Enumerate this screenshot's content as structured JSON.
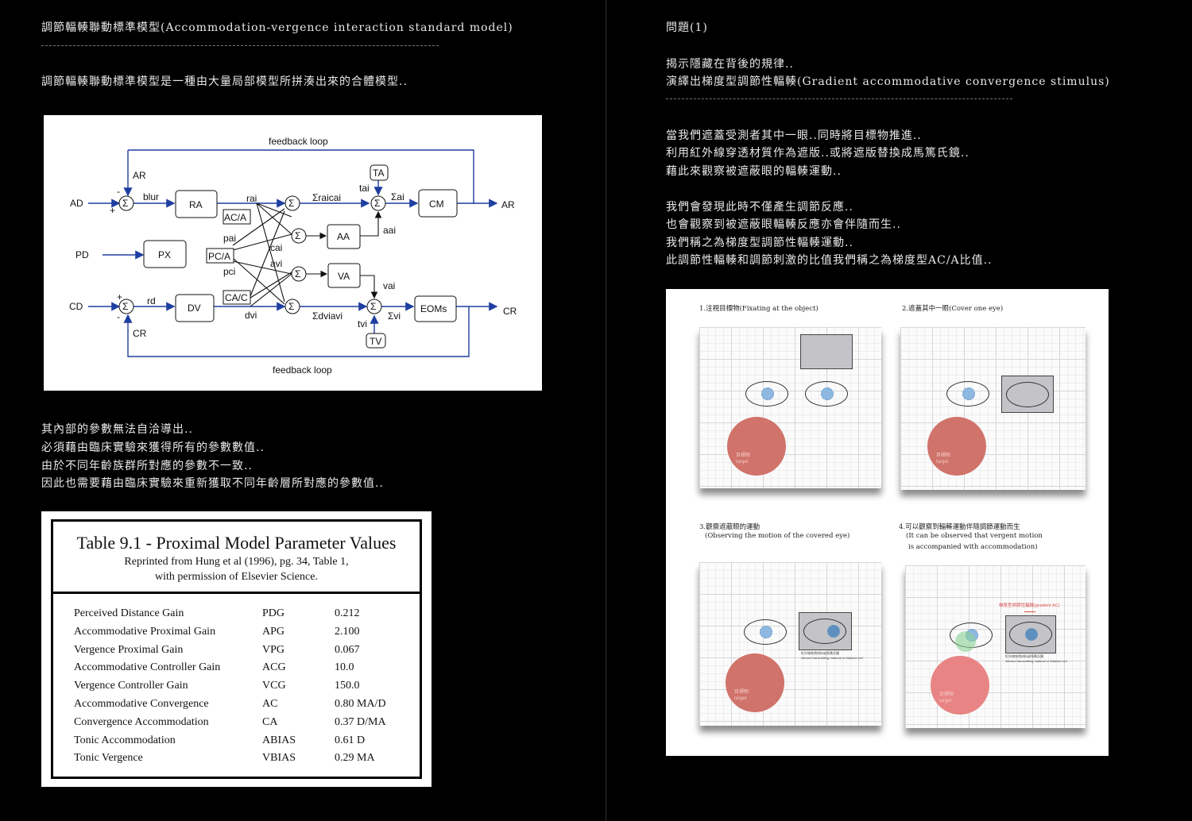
{
  "left": {
    "title": "調節輻輳聯動標準模型(Accommodation-vergence interaction standard model)",
    "intro": "調節輻輳聯動標準模型是一種由大量局部模型所拼湊出來的合體模型..",
    "paragraph": [
      "其內部的參數無法自洽導出..",
      "必須藉由臨床實驗來獲得所有的參數數值..",
      "由於不同年齡族群所對應的參數不一致..",
      "因此也需要藉由臨床實驗來重新獲取不同年齡層所對應的參數值.."
    ],
    "diagram": {
      "feedback_top": "feedback loop",
      "feedback_bottom": "feedback loop",
      "AD": "AD",
      "PD": "PD",
      "CD": "CD",
      "AR_in": "AR",
      "CR_in": "CR",
      "AR_out": "AR",
      "CR_out": "CR",
      "sigma": "Σ",
      "blur": "blur",
      "rd": "rd",
      "RA": "RA",
      "PX": "PX",
      "DV": "DV",
      "rai": "rai",
      "dvi": "dvi",
      "ACA": "AC/A",
      "PCA": "PC/A",
      "CAC": "CA/C",
      "pai": "pai",
      "pci": "pci",
      "cai": "cai",
      "avi": "avi",
      "AA": "AA",
      "VA": "VA",
      "aai": "aai",
      "vai": "vai",
      "sraicai": "Σraicai",
      "sdviavi": "Σdviavi",
      "TA": "TA",
      "TV": "TV",
      "tai": "tai",
      "tvi": "tvi",
      "sai": "Σai",
      "svi": "Σvi",
      "CM": "CM",
      "EOMs": "EOMs",
      "minus": "-",
      "plus": "+"
    },
    "table": {
      "title": "Table 9.1 - Proximal Model Parameter Values",
      "sub1": "Reprinted from Hung et al (1996), pg. 34, Table 1,",
      "sub2": "with permission of Elsevier Science.",
      "rows": [
        [
          "Perceived Distance Gain",
          "PDG",
          "0.212"
        ],
        [
          "Accommodative Proximal Gain",
          "APG",
          "2.100"
        ],
        [
          "Vergence Proximal Gain",
          "VPG",
          "0.067"
        ],
        [
          "Accommodative Controller Gain",
          "ACG",
          "10.0"
        ],
        [
          "Vergence Controller Gain",
          "VCG",
          "150.0"
        ],
        [
          "Accommodative Convergence",
          "AC",
          "0.80 MA/D"
        ],
        [
          "Convergence Accommodation",
          "CA",
          "0.37 D/MA"
        ],
        [
          "Tonic Accommodation",
          "ABIAS",
          "0.61 D"
        ],
        [
          "Tonic Vergence",
          "VBIAS",
          "0.29 MA"
        ]
      ]
    }
  },
  "right": {
    "title": "問題(1)",
    "lines1": [
      "揭示隱藏在背後的規律..",
      "演繹出梯度型調節性輻輳(Gradient accommodative convergence stimulus)"
    ],
    "lines2": [
      "當我們遮蓋受測者其中一眼..同時將目標物推進..",
      "利用紅外線穿透材質作為遮版..或將遮版替換成馬篤氏鏡..",
      "藉此來觀察被遮蔽眼的輻輳運動.."
    ],
    "lines3": [
      "我們會發現此時不僅產生調節反應..",
      "也會觀察到被遮蔽眼輻輳反應亦會伴隨而生..",
      "我們稱之為梯度型調節性輻輳運動..",
      "此調節性輻輳和調節刺激的比值我們稱之為梯度型AC/A比值.."
    ],
    "figure": {
      "cap1": "1.注視目標物(Fixating at the object)",
      "cap2": "2.遮蓋其中一眼(Cover one eye)",
      "cap3a": "3.觀察遮蔽眼的運動",
      "cap3b": "(Observing the motion of the covered eye)",
      "cap4a": "4.可以觀察到輻輳運動伴隨調節運動而生",
      "cap4b": "(It can be observed that vergent motion",
      "cap4c": "is accompanied with accommodation)",
      "target_zh": "目標物",
      "target_en": "target",
      "filter_zh": "紅外線穿透材料或馬篤氏鏡",
      "filter_en": "infrared transmitting material or Maddox rod",
      "gradient_label": "梯度型調節性輻輳(gradient AC)"
    }
  },
  "colors": {
    "accent_blue": "#1f3fa0",
    "target_red": "#d0736a",
    "pupil_blue": "#8fb8e0"
  }
}
